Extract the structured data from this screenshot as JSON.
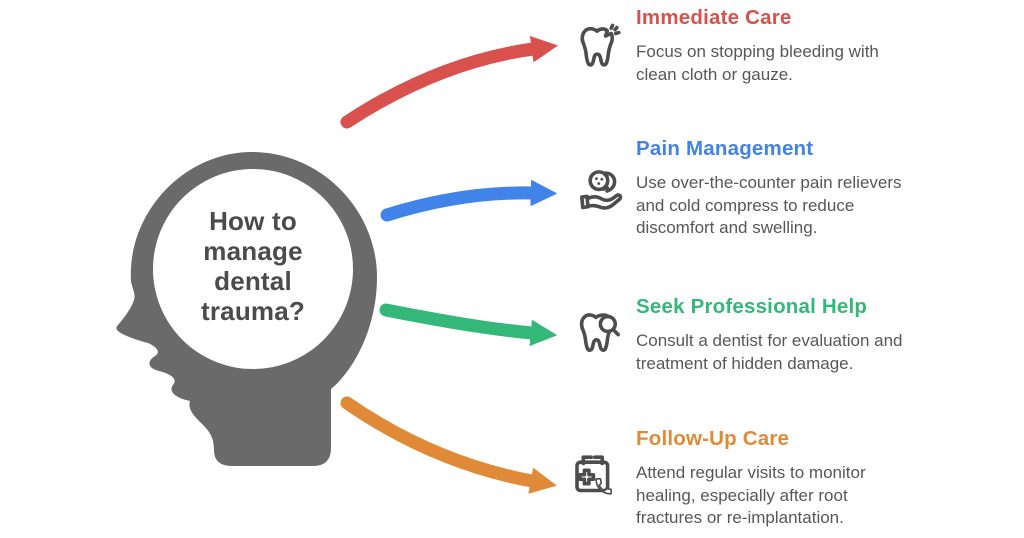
{
  "title": "How to manage dental trauma infographic",
  "center": {
    "question": "How to\nmanage\ndental\ntrauma?"
  },
  "sections": [
    {
      "title": "Immediate Care",
      "description": "Focus on stopping bleeding with\nclean cloth or gauze.",
      "color": "#d9514d",
      "icon": "broken-tooth-icon"
    },
    {
      "title": "Pain Management",
      "description": "Use over-the-counter pain relievers\nand cold compress to reduce\ndiscomfort and swelling.",
      "color": "#4183e8",
      "icon": "pill-hand-icon"
    },
    {
      "title": "Seek Professional Help",
      "description": "Consult a dentist for evaluation and\ntreatment of hidden damage.",
      "color": "#34b879",
      "icon": "tooth-magnifier-icon"
    },
    {
      "title": "Follow-Up Care",
      "description": "Attend regular visits to monitor\nhealing, especially after root\nfractures or re-implantation.",
      "color": "#e08a38",
      "icon": "calendar-phone-icon"
    }
  ],
  "colors": {
    "background": "#ffffff",
    "head_gray": "#6a6a6a",
    "circle_fill": "#ffffff",
    "question_text": "#4b4b4b",
    "description_text": "#575757",
    "icon_stroke": "#4d4d4d"
  }
}
